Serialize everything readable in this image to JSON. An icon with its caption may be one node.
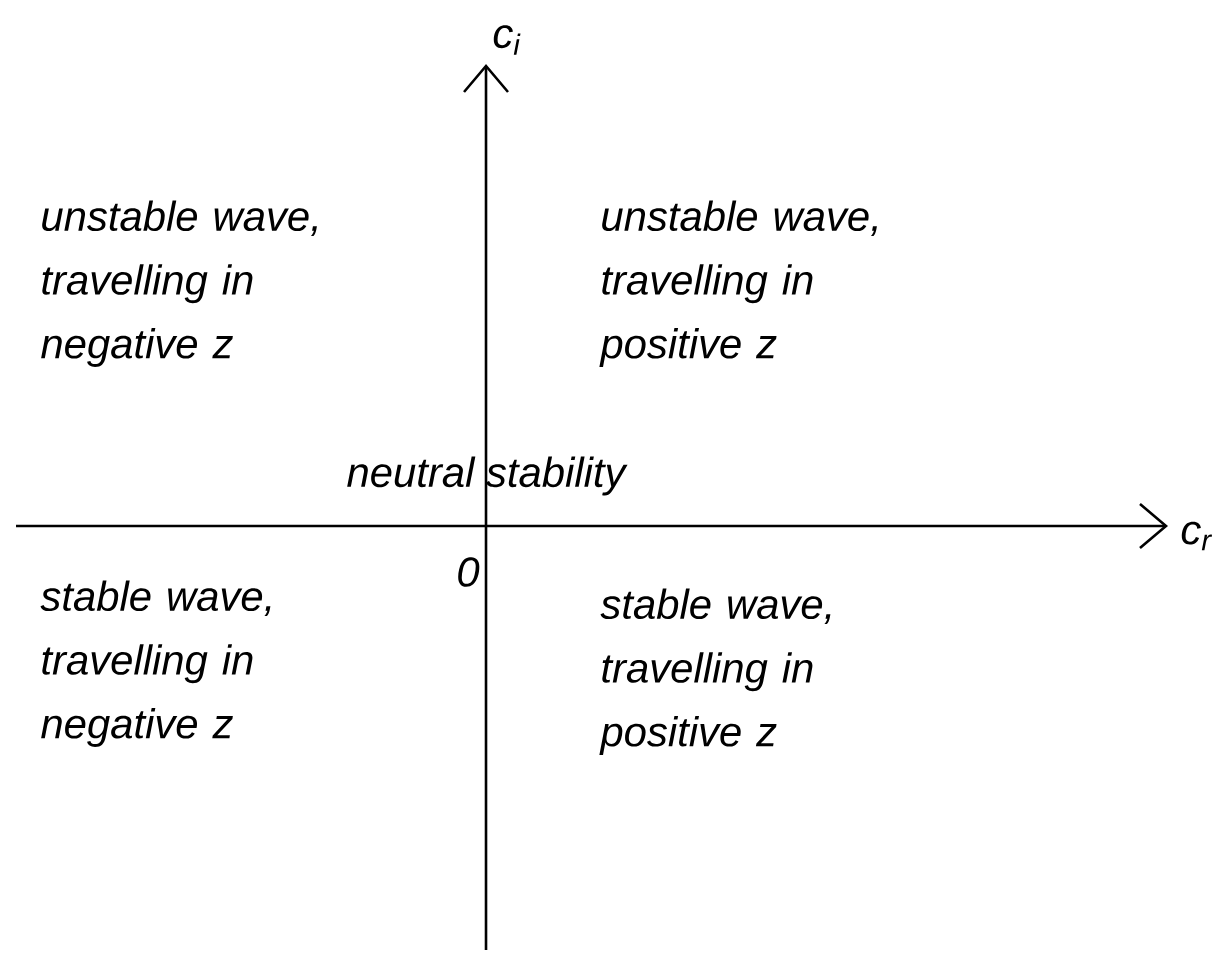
{
  "diagram": {
    "labels": [
      "c$_{i}$",
      "unstable wave, travelling in negative z",
      "unstable wave, travelling in positive z",
      "neutral stability",
      "c$_{r}$",
      "0",
      "stable wave, travelling in negative z",
      "stable wave, travelling in positive z"
    ]
  }
}
